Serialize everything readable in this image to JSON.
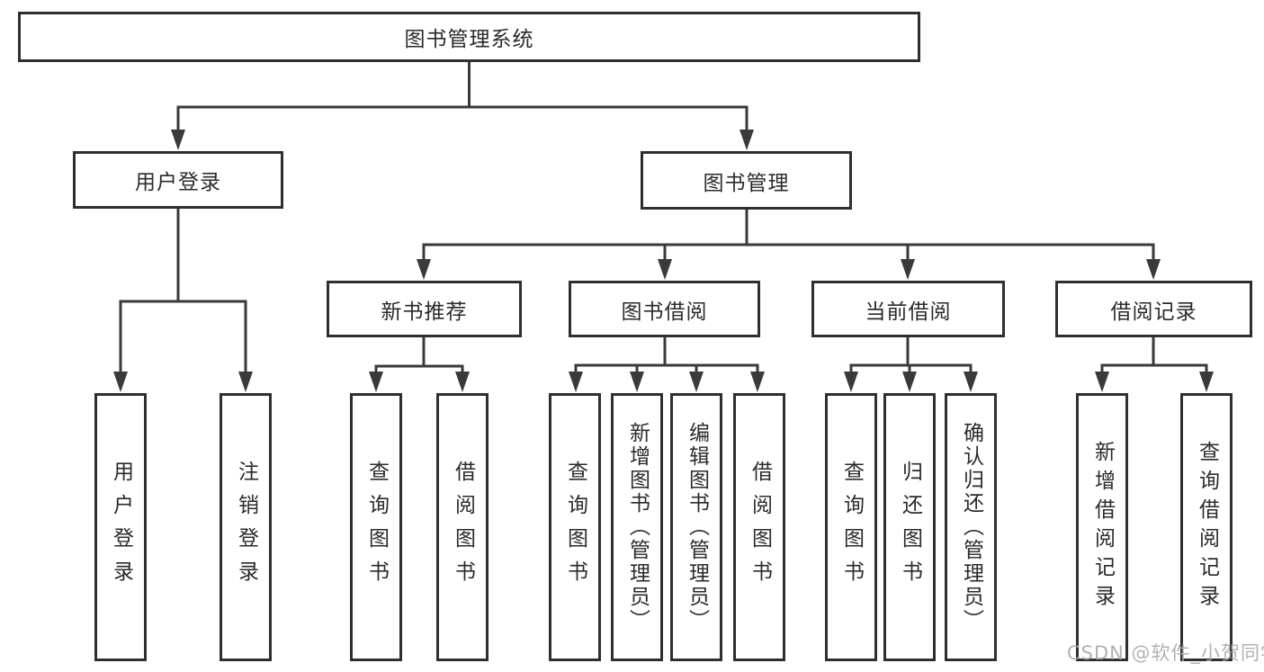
{
  "diagram_title": "图书管理系统",
  "nodes": {
    "root": {
      "label": "图书管理系统"
    },
    "user_login": {
      "label": "用户登录"
    },
    "book_mgmt": {
      "label": "图书管理"
    },
    "new_book_rec": {
      "label": "新书推荐"
    },
    "book_borrow": {
      "label": "图书借阅"
    },
    "current_borrow": {
      "label": "当前借阅"
    },
    "borrow_records": {
      "label": "借阅记录"
    },
    "leaf_user_login": {
      "label": "用户登录"
    },
    "leaf_logout": {
      "label": "注销登录"
    },
    "leaf_rec_query": {
      "label": "查询图书"
    },
    "leaf_rec_borrow": {
      "label": "借阅图书"
    },
    "leaf_bb_query": {
      "label": "查询图书"
    },
    "leaf_bb_add": {
      "label": "新增图书（管理员）"
    },
    "leaf_bb_edit": {
      "label": "编辑图书（管理员）"
    },
    "leaf_bb_borrow": {
      "label": "借阅图书"
    },
    "leaf_cb_query": {
      "label": "查询图书"
    },
    "leaf_cb_return": {
      "label": "归还图书"
    },
    "leaf_cb_confirm": {
      "label": "确认归还（管理员）"
    },
    "leaf_br_add": {
      "label": "新增借阅记录"
    },
    "leaf_br_query": {
      "label": "查询借阅记录"
    }
  },
  "hierarchy": {
    "图书管理系统": {
      "用户登录": [
        "用户登录",
        "注销登录"
      ],
      "图书管理": {
        "新书推荐": [
          "查询图书",
          "借阅图书"
        ],
        "图书借阅": [
          "查询图书",
          "新增图书（管理员）",
          "编辑图书（管理员）",
          "借阅图书"
        ],
        "当前借阅": [
          "查询图书",
          "归还图书",
          "确认归还（管理员）"
        ],
        "借阅记录": [
          "新增借阅记录",
          "查询借阅记录"
        ]
      }
    }
  },
  "colors": {
    "line": "#3a3a3a",
    "box_border": "#2f2f2f",
    "text": "#2b2b2b",
    "background": "#ffffff",
    "watermark": "#a8a8a8"
  },
  "watermark": {
    "text": "CSDN @软件_小贺同学"
  }
}
